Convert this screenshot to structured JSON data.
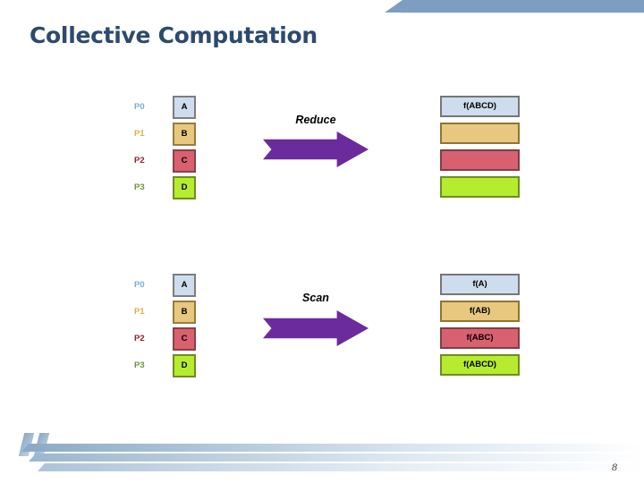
{
  "slide": {
    "title": "Collective Computation",
    "page_number": "8",
    "accent_banner_color": "#7d9ec0",
    "title_color": "#2c4a6e",
    "arrow_color": "#6c2b9d"
  },
  "processes": [
    {
      "label": "P0",
      "label_color": "#7aadcf",
      "fill": "#cddded",
      "border": "#7d7d7d"
    },
    {
      "label": "P1",
      "label_color": "#d9b14a",
      "fill": "#e8c87f",
      "border": "#9a7b3c"
    },
    {
      "label": "P2",
      "label_color": "#8d2030",
      "fill": "#d9616f",
      "border": "#8a4047"
    },
    {
      "label": "P3",
      "label_color": "#73913a",
      "fill": "#b5ec2e",
      "border": "#6f8c24"
    }
  ],
  "reduce": {
    "operation_label": "Reduce",
    "inputs": [
      {
        "process": "P0",
        "value": "A"
      },
      {
        "process": "P1",
        "value": "B"
      },
      {
        "process": "P2",
        "value": "C"
      },
      {
        "process": "P3",
        "value": "D"
      }
    ],
    "outputs": [
      {
        "process": "P0",
        "value": "f(ABCD)"
      },
      {
        "process": "P1",
        "value": ""
      },
      {
        "process": "P2",
        "value": ""
      },
      {
        "process": "P3",
        "value": ""
      }
    ]
  },
  "scan": {
    "operation_label": "Scan",
    "inputs": [
      {
        "process": "P0",
        "value": "A"
      },
      {
        "process": "P1",
        "value": "B"
      },
      {
        "process": "P2",
        "value": "C"
      },
      {
        "process": "P3",
        "value": "D"
      }
    ],
    "outputs": [
      {
        "process": "P0",
        "value": "f(A)"
      },
      {
        "process": "P1",
        "value": "f(AB)"
      },
      {
        "process": "P2",
        "value": "f(ABC)"
      },
      {
        "process": "P3",
        "value": "f(ABCD)"
      }
    ]
  }
}
